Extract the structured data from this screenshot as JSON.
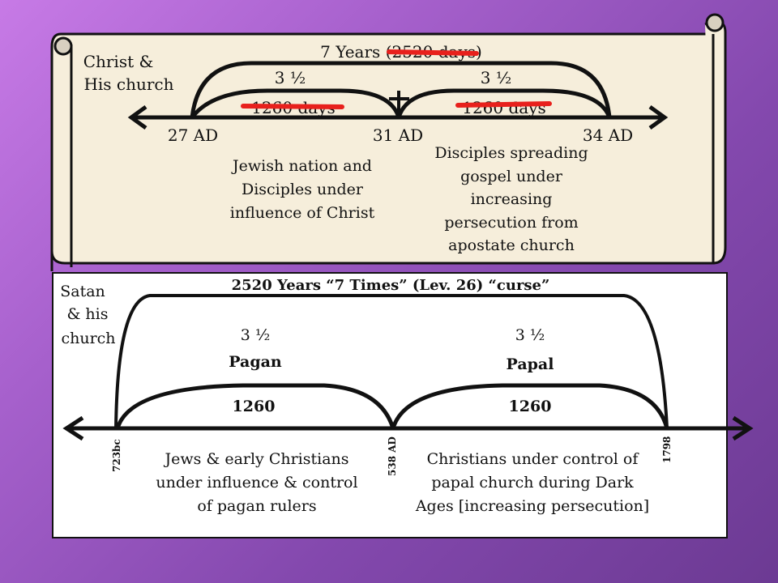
{
  "top": {
    "side_label": [
      "Christ &",
      "His church"
    ],
    "span_label": "7 Years (2520 days)",
    "half_left": "3 ½",
    "half_right": "3 ½",
    "days_left": "1260 days",
    "days_right": "1260 days",
    "dates": [
      "27 AD",
      "31 AD",
      "34 AD"
    ],
    "desc_left": [
      "Jewish nation and",
      "Disciples under",
      "influence of Christ"
    ],
    "desc_right": [
      "Disciples spreading",
      "gospel under",
      "increasing",
      "persecution from",
      "apostate church"
    ],
    "strike_color": "#e8201c"
  },
  "bottom": {
    "side_label": [
      "Satan",
      "& his",
      "church"
    ],
    "title": "2520 Years  “7 Times”  (Lev. 26) “curse”",
    "half_left": "3 ½",
    "half_right": "3 ½",
    "era_left": "Pagan",
    "era_right": "Papal",
    "days_left": "1260",
    "days_right": "1260",
    "dates": [
      "723bc",
      "538 AD",
      "1798"
    ],
    "desc_left": [
      "Jews & early Christians",
      "under influence & control",
      "of pagan rulers"
    ],
    "desc_right": [
      "Christians under control of",
      "papal church during Dark",
      "Ages [increasing persecution]"
    ]
  }
}
